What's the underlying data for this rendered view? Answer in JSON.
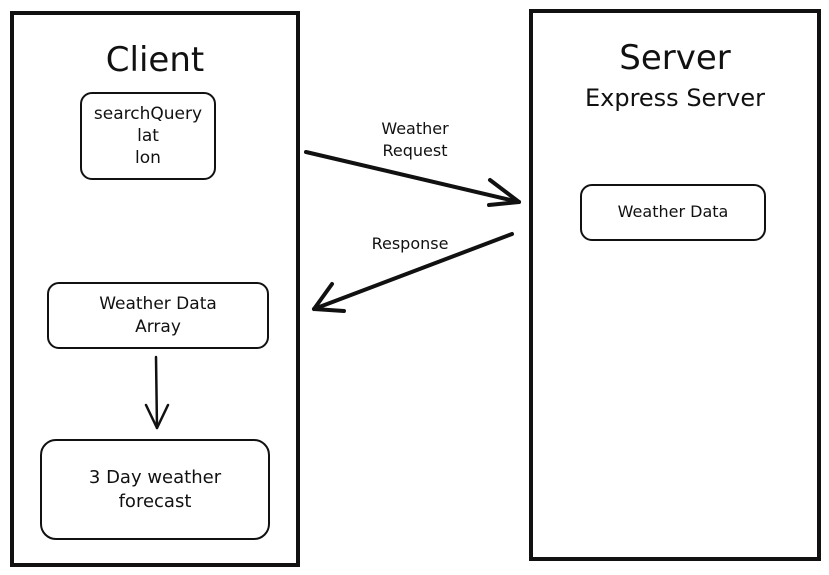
{
  "client": {
    "title": "Client",
    "query_lines": [
      "searchQuery",
      "lat",
      "lon"
    ],
    "array_lines": [
      "Weather Data",
      "Array"
    ],
    "forecast_lines": [
      "3 Day weather",
      "forecast"
    ]
  },
  "server": {
    "title": "Server",
    "subtitle": "Express Server",
    "data_label": "Weather Data"
  },
  "arrows": {
    "request_lines": [
      "Weather",
      "Request"
    ],
    "response": "Response"
  }
}
